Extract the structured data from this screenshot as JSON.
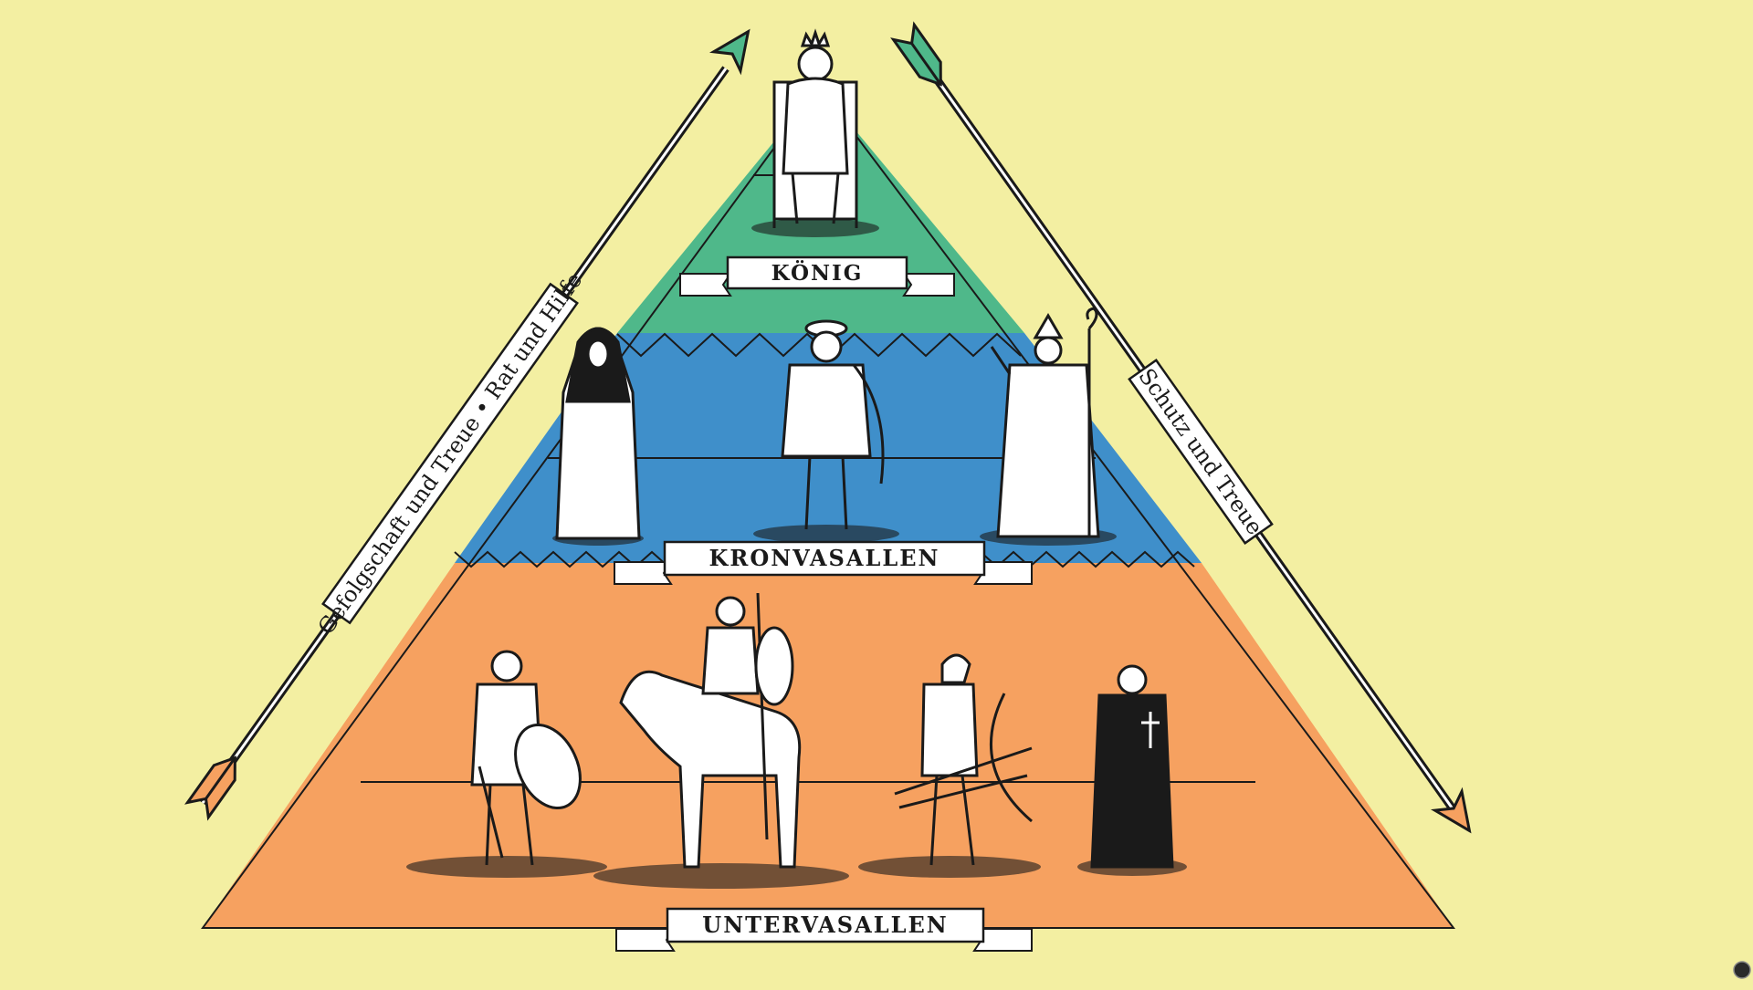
{
  "colors": {
    "background": "#f3efa2",
    "tier_koenig": "#4fb88a",
    "tier_kronvasallen": "#3f8fca",
    "tier_untervasallen": "#f6a160",
    "arrow_up_head": "#4fb88a",
    "arrow_down_head": "#f6a160",
    "ink": "#1a1a1a",
    "banner": "#ffffff"
  },
  "tiers": {
    "koenig": {
      "label": "KÖNIG"
    },
    "kronvasallen": {
      "label": "KRONVASALLEN"
    },
    "untervasallen": {
      "label": "UNTERVASALLEN"
    }
  },
  "arrows": {
    "left": {
      "label": "Gefolgschaft und Treue • Rat und Hilfe",
      "direction": "up"
    },
    "right": {
      "label": "Schutz und Treue",
      "direction": "down"
    }
  },
  "figures": {
    "koenig": [
      "king-on-throne-icon"
    ],
    "kronvasallen": [
      "abbess-icon",
      "noble-lord-icon",
      "bishop-icon"
    ],
    "untervasallen": [
      "foot-soldier-icon",
      "mounted-knight-icon",
      "archer-icon",
      "monk-icon"
    ]
  }
}
